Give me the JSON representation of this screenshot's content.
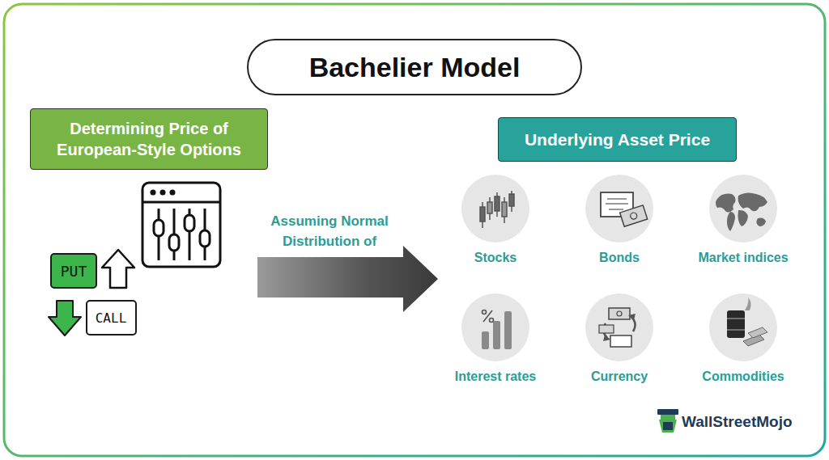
{
  "diagram": {
    "title": "Bachelier Model",
    "nodes": [
      {
        "text": [
          "Determining Price of European-Style Options"
        ]
      },
      {
        "text": [
          "Underlying Asset Price"
        ]
      },
      {
        "text": [
          "PUT"
        ]
      },
      {
        "text": [
          "CALL"
        ]
      },
      {
        "text": [
          "Stocks"
        ]
      },
      {
        "text": [
          "Bonds"
        ]
      },
      {
        "text": [
          "Market indices"
        ]
      },
      {
        "text": [
          "Interest rates"
        ]
      },
      {
        "text": [
          "Currency"
        ]
      },
      {
        "text": [
          "Commodities"
        ]
      }
    ],
    "labels": [
      "Assuming Normal Distribution of",
      "WallStreetMojo"
    ]
  }
}
